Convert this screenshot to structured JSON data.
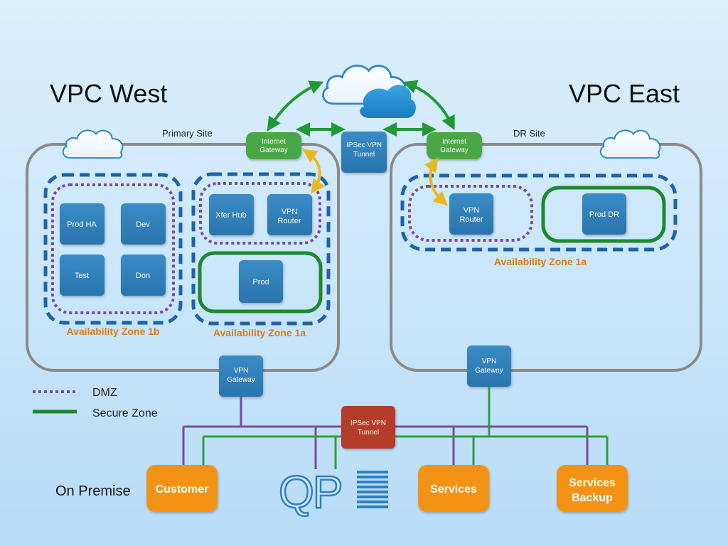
{
  "vpc_west": {
    "title": "VPC West",
    "site_label": "Primary Site",
    "az_1b": "Availability Zone 1b",
    "az_1a": "Availability Zone 1a",
    "nodes": {
      "prod_ha": "Prod HA",
      "dev": "Dev",
      "test": "Test",
      "don": "Don",
      "xfer_hub": "Xfer Hub",
      "vpn_router": [
        "VPN",
        "Router"
      ],
      "prod": "Prod"
    },
    "internet_gateway": [
      "Internet",
      "Gateway"
    ],
    "vpn_gateway": [
      "VPN",
      "Gateway"
    ]
  },
  "vpc_east": {
    "title": "VPC East",
    "site_label": "DR Site",
    "az_1a": "Availability Zone 1a",
    "nodes": {
      "vpn_router": [
        "VPN",
        "Router"
      ],
      "prod_dr": "Prod DR"
    },
    "internet_gateway": [
      "Internet",
      "Gateway"
    ],
    "vpn_gateway": [
      "VPN",
      "Gateway"
    ]
  },
  "ipsec_tunnel_top": [
    "IPSec VPN",
    "Tunnel"
  ],
  "ipsec_tunnel_bottom": [
    "IPSec VPN",
    "Tunnel"
  ],
  "legend": {
    "dmz": "DMZ",
    "secure_zone": "Secure Zone"
  },
  "on_premise": {
    "label": "On Premise",
    "customer": "Customer",
    "services": "Services",
    "services_backup": [
      "Services",
      "Backup"
    ],
    "logo": "QP"
  },
  "colors": {
    "node_blue": "#2f7fba",
    "gateway_green": "#4aa844",
    "tunnel_red": "#c0392b",
    "onprem_orange": "#f39319",
    "dmz_purple": "#7a4aa0",
    "secure_green": "#1d8a2c",
    "az_blue": "#1c62ad",
    "az_label_orange": "#e07b14",
    "arrow_green": "#1f9a33",
    "arrow_yellow": "#e8b923",
    "link_purple": "#7a4aa0",
    "link_green": "#2f9e3a"
  },
  "icons": [
    "cloud-icon",
    "logo-qp"
  ]
}
